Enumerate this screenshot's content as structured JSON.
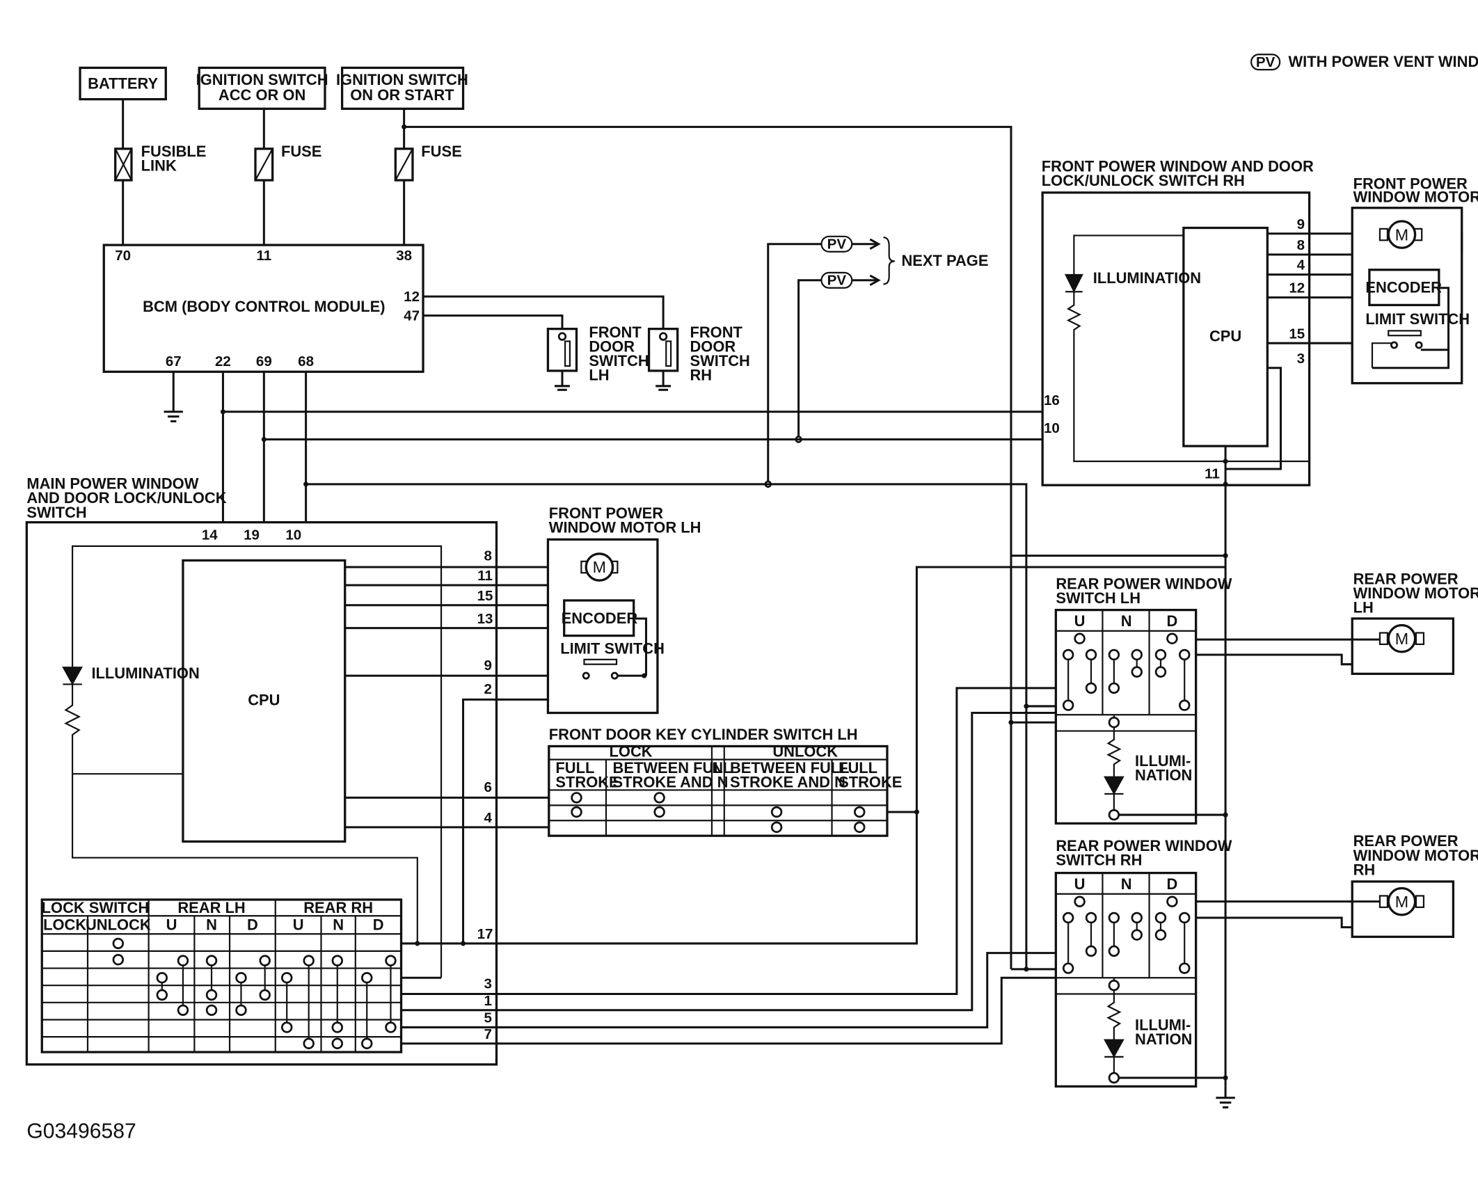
{
  "legend": {
    "symbol": "PV",
    "text": "WITH POWER VENT WINDOWS"
  },
  "supply": {
    "battery": "BATTERY",
    "ign_acc_1": "IGNITION SWITCH",
    "ign_acc_2": "ACC OR ON",
    "ign_start_1": "IGNITION SWITCH",
    "ign_start_2": "ON OR START",
    "fusible_1": "FUSIBLE",
    "fusible_2": "LINK",
    "fuse": "FUSE"
  },
  "bcm": {
    "label": "BCM (BODY CONTROL MODULE)",
    "pins_top": [
      "70",
      "11",
      "38"
    ],
    "pins_right": [
      "12",
      "47"
    ],
    "pins_bottom": [
      "67",
      "22",
      "69",
      "68"
    ]
  },
  "door_switch_lh": [
    "FRONT",
    "DOOR",
    "SWITCH",
    "LH"
  ],
  "door_switch_rh": [
    "FRONT",
    "DOOR",
    "SWITCH",
    "RH"
  ],
  "next_page": "NEXT PAGE",
  "front_rh_switch": {
    "title_1": "FRONT POWER WINDOW AND DOOR",
    "title_2": "LOCK/UNLOCK SWITCH RH",
    "illumination": "ILLUMINATION",
    "cpu": "CPU",
    "pins_right": [
      "9",
      "8",
      "4",
      "12",
      "15",
      "3"
    ],
    "pins_left": [
      "16",
      "10"
    ],
    "pin_bottom": "11"
  },
  "front_rh_motor": {
    "title_1": "FRONT POWER",
    "title_2": "WINDOW MOTOR RH",
    "motor": "M",
    "encoder": "ENCODER",
    "limit": "LIMIT SWITCH"
  },
  "main_switch": {
    "title_1": "MAIN POWER WINDOW",
    "title_2": "AND DOOR LOCK/UNLOCK",
    "title_3": "SWITCH",
    "pins_top": [
      "14",
      "19",
      "10"
    ],
    "pins_right": [
      "8",
      "11",
      "15",
      "13",
      "9",
      "2",
      "6",
      "4",
      "17",
      "3",
      "1",
      "5",
      "7"
    ],
    "illumination": "ILLUMINATION",
    "cpu": "CPU"
  },
  "front_lh_motor": {
    "title_1": "FRONT POWER",
    "title_2": "WINDOW MOTOR LH",
    "motor": "M",
    "encoder": "ENCODER",
    "limit": "LIMIT SWITCH"
  },
  "key_cylinder": {
    "title": "FRONT DOOR KEY CYLINDER SWITCH LH",
    "lock": "LOCK",
    "unlock": "UNLOCK",
    "n": "N",
    "full_1": "FULL",
    "full_2": "STROKE",
    "between_1": "BETWEEN FULL",
    "between_2": "STROKE AND N"
  },
  "lock_table": {
    "lock_switch": "LOCK SWITCH",
    "rear_lh": "REAR LH",
    "rear_rh": "REAR RH",
    "lock": "LOCK",
    "unlock": "UNLOCK",
    "u": "U",
    "n": "N",
    "d": "D"
  },
  "rear_lh_switch": {
    "title_1": "REAR POWER WINDOW",
    "title_2": "SWITCH LH",
    "u": "U",
    "n": "N",
    "d": "D",
    "illum_1": "ILLUMI-",
    "illum_2": "NATION"
  },
  "rear_rh_switch": {
    "title_1": "REAR POWER WINDOW",
    "title_2": "SWITCH RH",
    "u": "U",
    "n": "N",
    "d": "D",
    "illum_1": "ILLUMI-",
    "illum_2": "NATION"
  },
  "rear_lh_motor": {
    "title_1": "REAR POWER",
    "title_2": "WINDOW MOTOR",
    "title_3": "LH",
    "motor": "M"
  },
  "rear_rh_motor": {
    "title_1": "REAR POWER",
    "title_2": "WINDOW MOTOR",
    "title_3": "RH",
    "motor": "M"
  },
  "figure_id": "G03496587"
}
